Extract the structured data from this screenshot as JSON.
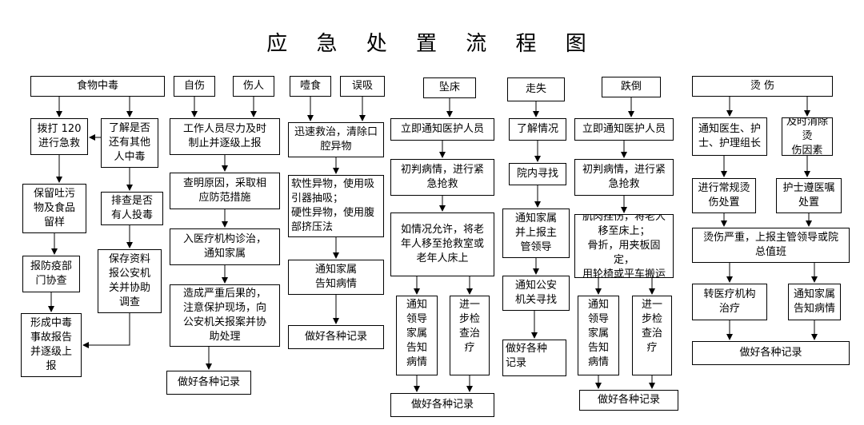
{
  "title": "应 急 处 置 流 程 图",
  "boxes": {
    "food_header": "食物中毒",
    "call_120": "拨打 120\n进行急救",
    "ask_others": "了解是否\n还有其他\n人中毒",
    "keep_vomit": "保留吐污\n物及食品\n留样",
    "check_poison": "排查是否\n有人投毒",
    "report_epi": "报防疫部\n门协查",
    "keep_data": "保存资料\n报公安机\n关并协助\n调查",
    "form_report": "形成中毒\n事故报告\n并逐级上\n报",
    "self_harm": "自伤",
    "injury": "伤人",
    "staff_stop": "工作人员尽力及时\n制止并逐级上报",
    "find_cause": "查明原因，采取相\n应防范措施",
    "send_hospital": "入医疗机构诊治，\n通知家属",
    "serious": "造成严重后果的，\n注意保护现场，向\n公安机关报案并协\n助处理",
    "record_1": "做好各种记录",
    "choke": "噎食",
    "aspirate": "误吸",
    "rescue_mouth": "迅速救治，清除口\n腔异物",
    "foreign_obj": "软性异物，使用吸\n引器抽吸；\n硬性异物，使用腹\n部挤压法",
    "notify_family_2": "通知家属\n告知病情",
    "record_2": "做好各种记录",
    "fall_bed": "坠床",
    "notify_med_3": "立即通知医护人员",
    "initial_3": "初判病情，进行紧\n急抢救",
    "move_room": "如情况允许，将老\n年人移至抢救室或\n老年人床上",
    "notify_lead_3": "通知\n领导\n家属\n告知\n病情",
    "further_3": "进一\n步检\n查治\n疗",
    "record_3": "做好各种记录",
    "lost": "走失",
    "learn_situation": "了解情况",
    "search_inside": "院内寻找",
    "notify_lost_family": "通知家属\n并上报主\n管领导",
    "notify_police": "通知公安\n机关寻找",
    "record_4": "做好各种\n记录",
    "tumble": "跌倒",
    "notify_med_5": "立即通知医护人员",
    "initial_5": "初判病情，进行紧\n急抢救",
    "sprain": "肌肉挫伤，将老人\n移至床上；\n骨折，用夹板固定，\n用轮椅或平车搬运",
    "notify_lead_5": "通知\n领导\n家属\n告知\n病情",
    "further_5": "进一\n步检\n查治\n疗",
    "record_5": "做好各种记录",
    "burn": "烫 伤",
    "notify_doctor": "通知医生、护\n士、护理组长",
    "remove_cause": "及时消除烫\n伤因素",
    "routine_treat": "进行常规烫\n伤处置",
    "nurse_orders": "护士遵医嘱\n处置",
    "burn_serious": "烫伤严重，上报主管领导或院\n总值班",
    "transfer_hospital": "转医疗机构\n治疗",
    "notify_family_6": "通知家属\n告知病情",
    "record_6": "做好各种记录"
  }
}
